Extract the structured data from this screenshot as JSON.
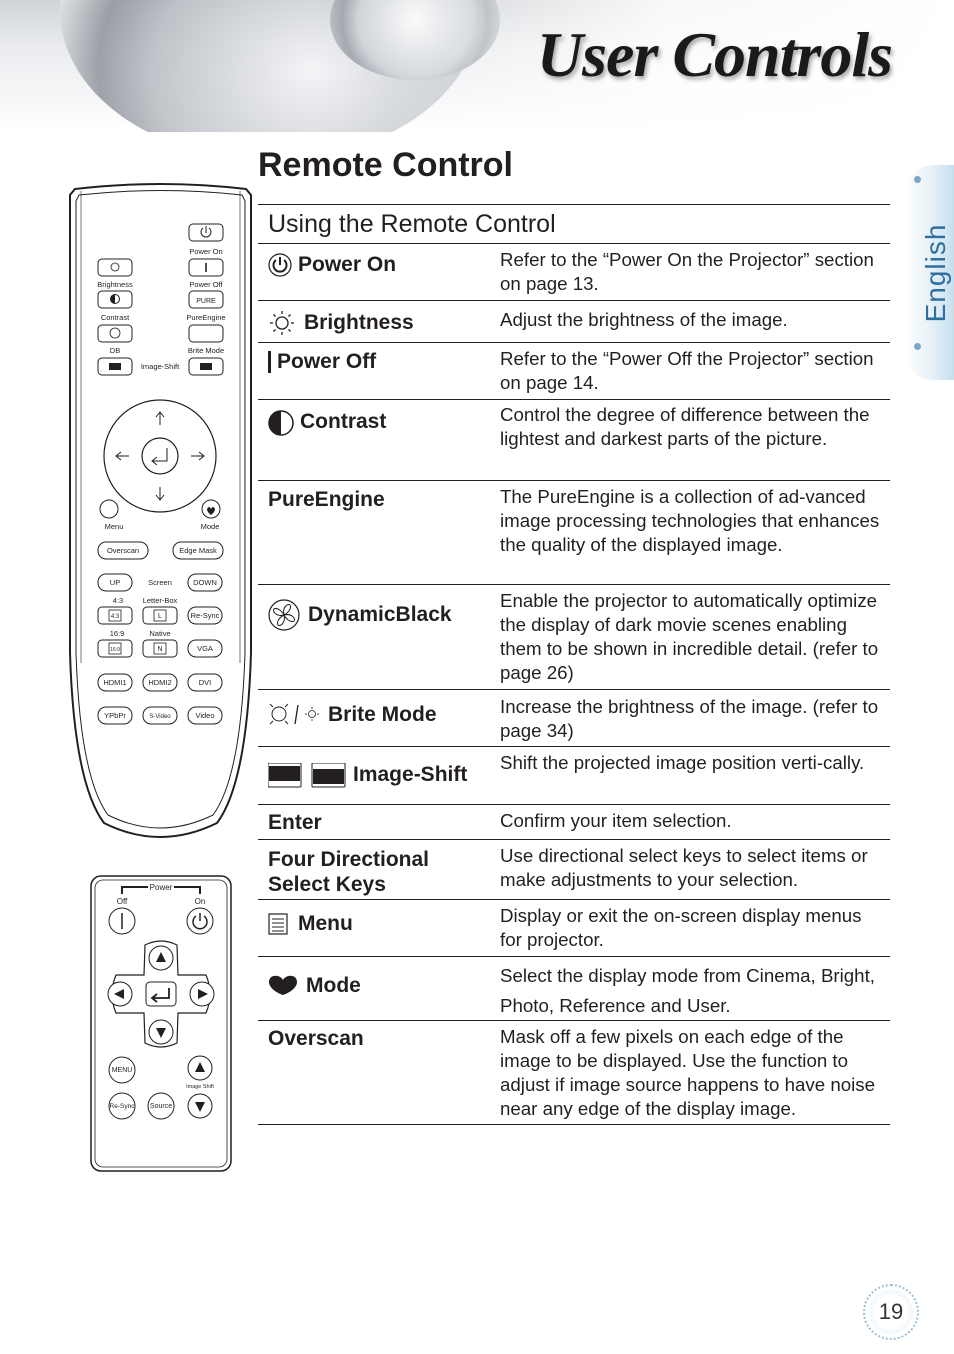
{
  "header": {
    "title": "User Controls"
  },
  "section": {
    "title": "Remote Control"
  },
  "language_tab": "English",
  "page_number": "19",
  "table": {
    "heading": "Using the Remote Control",
    "rows": [
      {
        "term": "Power On",
        "icon": "power-icon",
        "desc": "Refer to the “Power On the Projector” section on page 13."
      },
      {
        "term": "Brightness",
        "icon": "sun-icon",
        "desc": "Adjust the brightness of the image."
      },
      {
        "term": "Power Off",
        "icon": "power-off-bar-icon",
        "desc": "Refer to the “Power Off the Projector” section on page 14."
      },
      {
        "term": "Contrast",
        "icon": "contrast-icon",
        "desc": "Control the degree of difference between the lightest and darkest parts of the picture."
      },
      {
        "term": "PureEngine",
        "icon": "",
        "desc": "The PureEngine is a collection of ad-vanced image processing technologies that enhances the quality of the displayed image."
      },
      {
        "term": "DynamicBlack",
        "icon": "fan-icon",
        "desc": "Enable the projector to automatically optimize the display of dark movie scenes enabling them to be shown in incredible detail. (refer to page 26)"
      },
      {
        "term": "Brite Mode",
        "icon": "brite-mode-icon",
        "desc": "Increase the brightness of the image. (refer to page 34)"
      },
      {
        "term": "Image-Shift",
        "icon": "image-shift-icon",
        "desc": "Shift the projected image position verti-cally."
      },
      {
        "term": "Enter",
        "icon": "",
        "desc": "Confirm your item selection."
      },
      {
        "term": "Four Directional Select Keys",
        "icon": "",
        "desc": "Use directional select keys to select items or make adjustments to your selection."
      },
      {
        "term": "Menu",
        "icon": "menu-icon",
        "desc": "Display or exit the on-screen display menus for projector."
      },
      {
        "term": "Mode",
        "icon": "heart-icon",
        "desc": "Select the display mode from Cinema, Bright, Photo, Reference and User."
      },
      {
        "term": "Overscan",
        "icon": "",
        "desc": "Mask off a few pixels on each edge of the image to be displayed. Use the function to adjust if image source happens to have noise near any edge of the display image."
      }
    ]
  },
  "remote_big": {
    "power_on": "Power On",
    "brightness": "Brightness",
    "power_off": "Power Off",
    "contrast": "Contrast",
    "pure_engine": "PureEngine",
    "pure_btn": "PURE",
    "db": "DB",
    "brite_mode": "Brite Mode",
    "image_shift": "Image-Shift",
    "menu": "Menu",
    "mode": "Mode",
    "overscan": "Overscan",
    "edge_mask": "Edge Mask",
    "up": "UP",
    "screen": "Screen",
    "down": "DOWN",
    "ratio_43": "4:3",
    "letter_box": "Letter-Box",
    "btn_43": "4:3",
    "btn_l": "L",
    "resync": "Re-Sync",
    "ratio_169": "16:9",
    "native": "Native",
    "btn_169": "16:9",
    "btn_n": "N",
    "vga": "VGA",
    "hdmi1": "HDMI1",
    "hdmi2": "HDMI2",
    "dvi": "DVI",
    "ypbpr": "YPbPr",
    "svideo": "S-Video",
    "video": "Video"
  },
  "remote_small": {
    "power": "Power",
    "off": "Off",
    "on": "On",
    "menu": "MENU",
    "image_shift": "Image Shift",
    "resync": "Re-Sync",
    "source": "Source"
  }
}
